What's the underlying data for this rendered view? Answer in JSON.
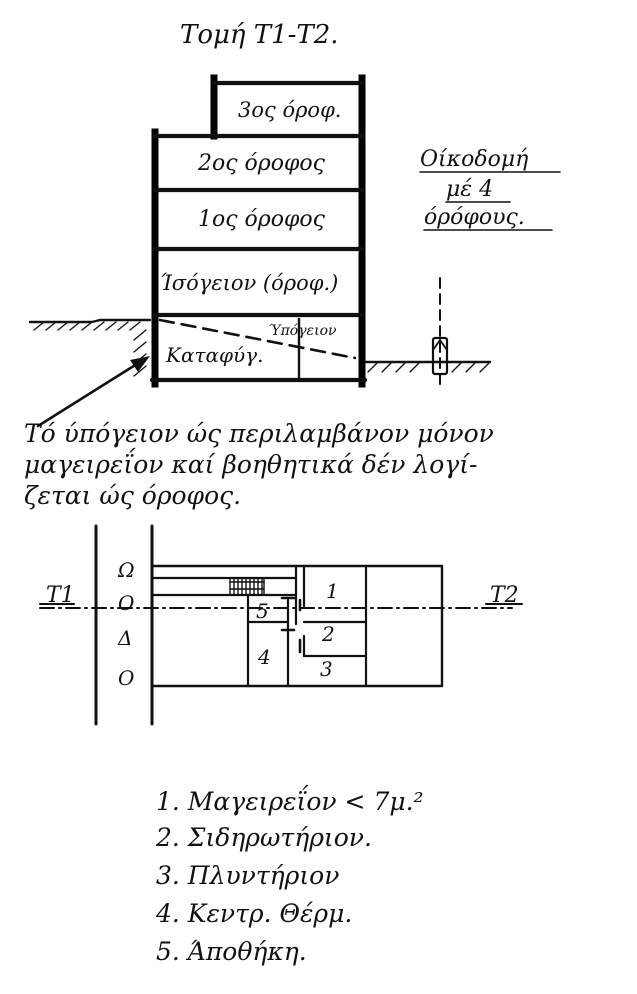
{
  "title": "Τομή Τ1-Τ2.",
  "section": {
    "floors": [
      "3ος όροφ.",
      "2ος όροφος",
      "1ος όροφος",
      "Ίσόγειον (όροφ.)"
    ],
    "basement_label": "Ύπόγειον",
    "shelter_label": "Καταφύγ."
  },
  "side_note": [
    "Οίκοδομή",
    "μέ 4",
    "όρόφους."
  ],
  "remark": [
    "Τό ύπόγειον ώς περιλαμβάνον μόνον",
    "μαγειρεΐον καί βοηθητικά δέν λογί-",
    "ζεται ώς όροφος."
  ],
  "plan": {
    "section_marks": [
      "Τ1",
      "Τ2"
    ],
    "street_label": [
      "Ο",
      "Δ",
      "Ο",
      "Ω"
    ],
    "room_numbers": [
      "1",
      "2",
      "3",
      "4",
      "5"
    ]
  },
  "legend": [
    "1. Μαγειρεΐον < 7μ.²",
    "2. Σιδηρωτήριον.",
    "3. Πλυντήριον",
    "4. Κεντρ. Θέρμ.",
    "5. Άποθήκη."
  ],
  "colors": {
    "ink": "#111111",
    "paper": "#ffffff"
  }
}
